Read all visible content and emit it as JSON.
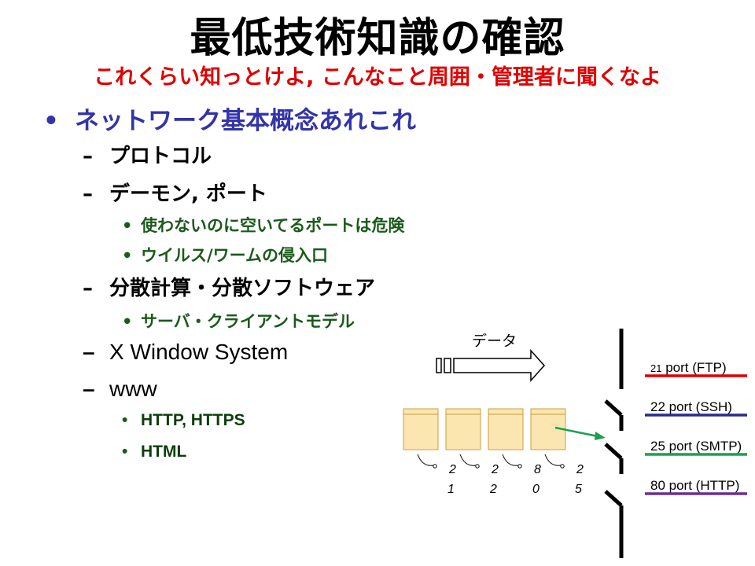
{
  "slide": {
    "title": "最低技術知識の確認",
    "subtitle": "これくらい知っとけよ, こんなこと周囲・管理者に聞くなよ"
  },
  "outline": {
    "bullet_mark": "•",
    "dash_mark": "–",
    "heading": "ネットワーク基本概念あれこれ",
    "protocol": "プロトコル",
    "daemon_port": "デーモン, ポート",
    "daemon_sub1": "使わないのに空いてるポートは危険",
    "daemon_sub2": "ウイルス/ワームの侵入口",
    "distributed": "分散計算・分散ソフトウェア",
    "distributed_sub1": "サーバ・クライアントモデル",
    "xwindow": "X Window System",
    "www": "www",
    "www_sub1": "HTTP, HTTPS",
    "www_sub2": "HTML"
  },
  "diagram": {
    "data_label": "データ",
    "packet_ports": [
      {
        "top": "2",
        "bottom": "1"
      },
      {
        "top": "2",
        "bottom": "2"
      },
      {
        "top": "8",
        "bottom": "0"
      },
      {
        "top": "2",
        "bottom": "5"
      }
    ],
    "ports": [
      {
        "number": "21",
        "label": " port (FTP)",
        "color": "#e00000"
      },
      {
        "number": "22",
        "label": " port (SSH)",
        "color": "#2b2b8a"
      },
      {
        "number": "25",
        "label": " port (SMTP)",
        "color": "#1aa050"
      },
      {
        "number": "80",
        "label": " port (HTTP)",
        "color": "#6a2f96"
      }
    ],
    "packet_fill": "#fbe5b0",
    "packet_stroke": "#c8a040",
    "arrow_color": "#1aa050"
  }
}
